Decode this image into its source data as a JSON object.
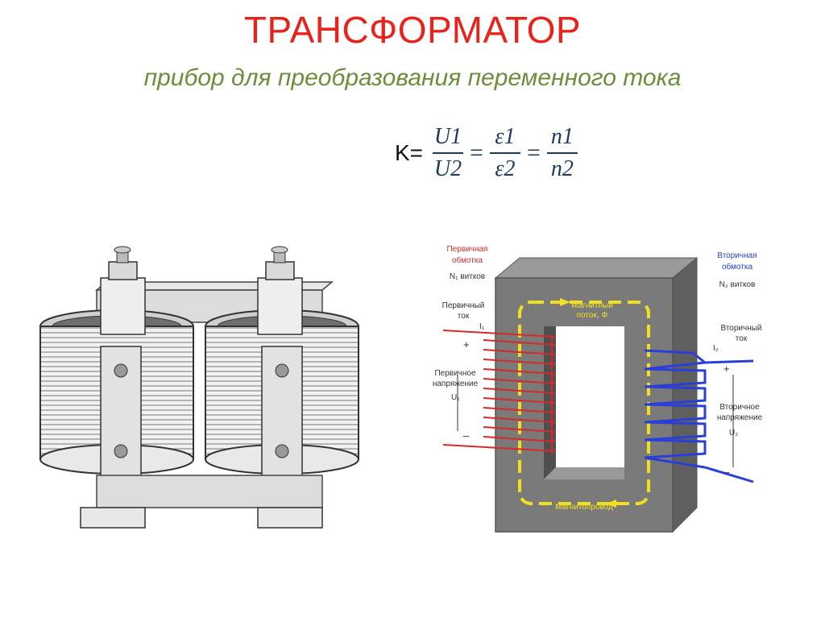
{
  "slide": {
    "title": "ТРАНСФОРМАТОР",
    "subtitle": "прибор для преобразования переменного тока"
  },
  "formula": {
    "lhs": "K=",
    "fractions": [
      {
        "num": "U1",
        "den": "U2"
      },
      {
        "num": "ε1",
        "den": "ε2"
      },
      {
        "num": "n1",
        "den": "n2"
      }
    ],
    "equals": "="
  },
  "diagram": {
    "primary_winding_title_1": "Первичная",
    "primary_winding_title_2": "обмотка",
    "primary_turns": "N₁ витков",
    "primary_current_1": "Первичный",
    "primary_current_2": "ток",
    "primary_current_symbol": "I₁",
    "primary_voltage_1": "Первичное",
    "primary_voltage_2": "напряжение",
    "primary_voltage_symbol": "U₁",
    "secondary_winding_title_1": "Вторичная",
    "secondary_winding_title_2": "обмотка",
    "secondary_turns": "N₂ витков",
    "secondary_current_1": "Вторичный",
    "secondary_current_2": "ток",
    "secondary_current_symbol": "I₂",
    "secondary_voltage_1": "Вторичное",
    "secondary_voltage_2": "напряжение",
    "secondary_voltage_symbol": "U₂",
    "flux_1": "Магнитный",
    "flux_2": "поток, Φ",
    "core_label": "Магнитопровод",
    "plus": "+",
    "minus": "–",
    "colors": {
      "primary": "#d42a2a",
      "secondary": "#2a3fd4",
      "core": "#7a7a7a",
      "flux": "#f2e020"
    }
  }
}
